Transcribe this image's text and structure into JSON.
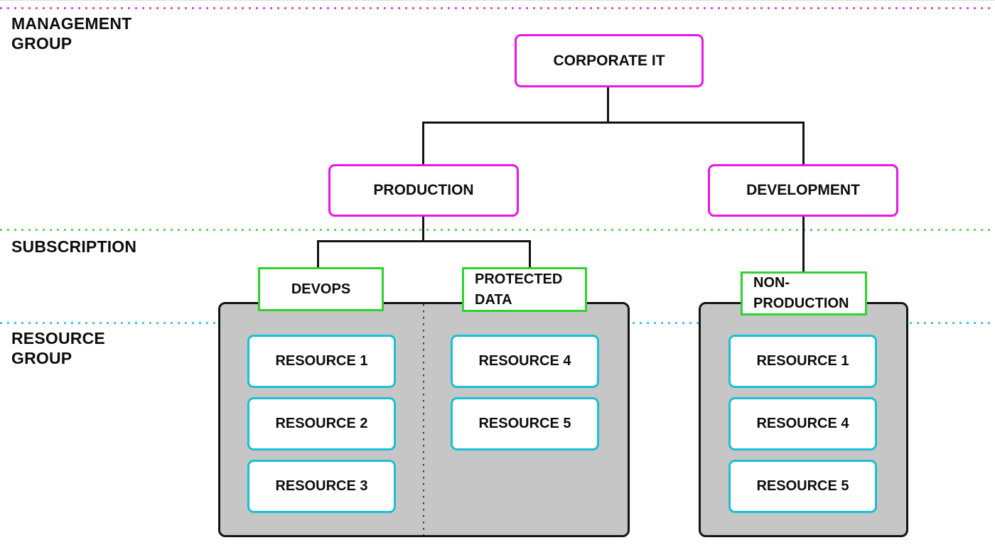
{
  "labels": {
    "management_group": "MANAGEMENT GROUP",
    "subscription": "SUBSCRIPTION",
    "resource_group": "RESOURCE GROUP"
  },
  "boxes": {
    "corporate_it": "CORPORATE IT",
    "production": "PRODUCTION",
    "development": "DEVELOPMENT",
    "devops": "DEVOPS",
    "protected_data": "PROTECTED DATA",
    "non_production": "NON-PRODUCTION"
  },
  "left_resource_group": {
    "col1": [
      "RESOURCE 1",
      "RESOURCE 2",
      "RESOURCE 3"
    ],
    "col2": [
      "RESOURCE 4",
      "RESOURCE 5"
    ]
  },
  "right_resource_group": {
    "resources": [
      "RESOURCE 1",
      "RESOURCE 4",
      "RESOURCE 5"
    ]
  },
  "colors": {
    "magenta": "#e816e8",
    "magenta_dots": "#c65fc6",
    "green": "#2ed22e",
    "green_dots": "#63d463",
    "cyan": "#19c0d6",
    "cyan_dots": "#45c7d8",
    "container_gray": "#c6c6c6",
    "line_black": "#121212"
  }
}
